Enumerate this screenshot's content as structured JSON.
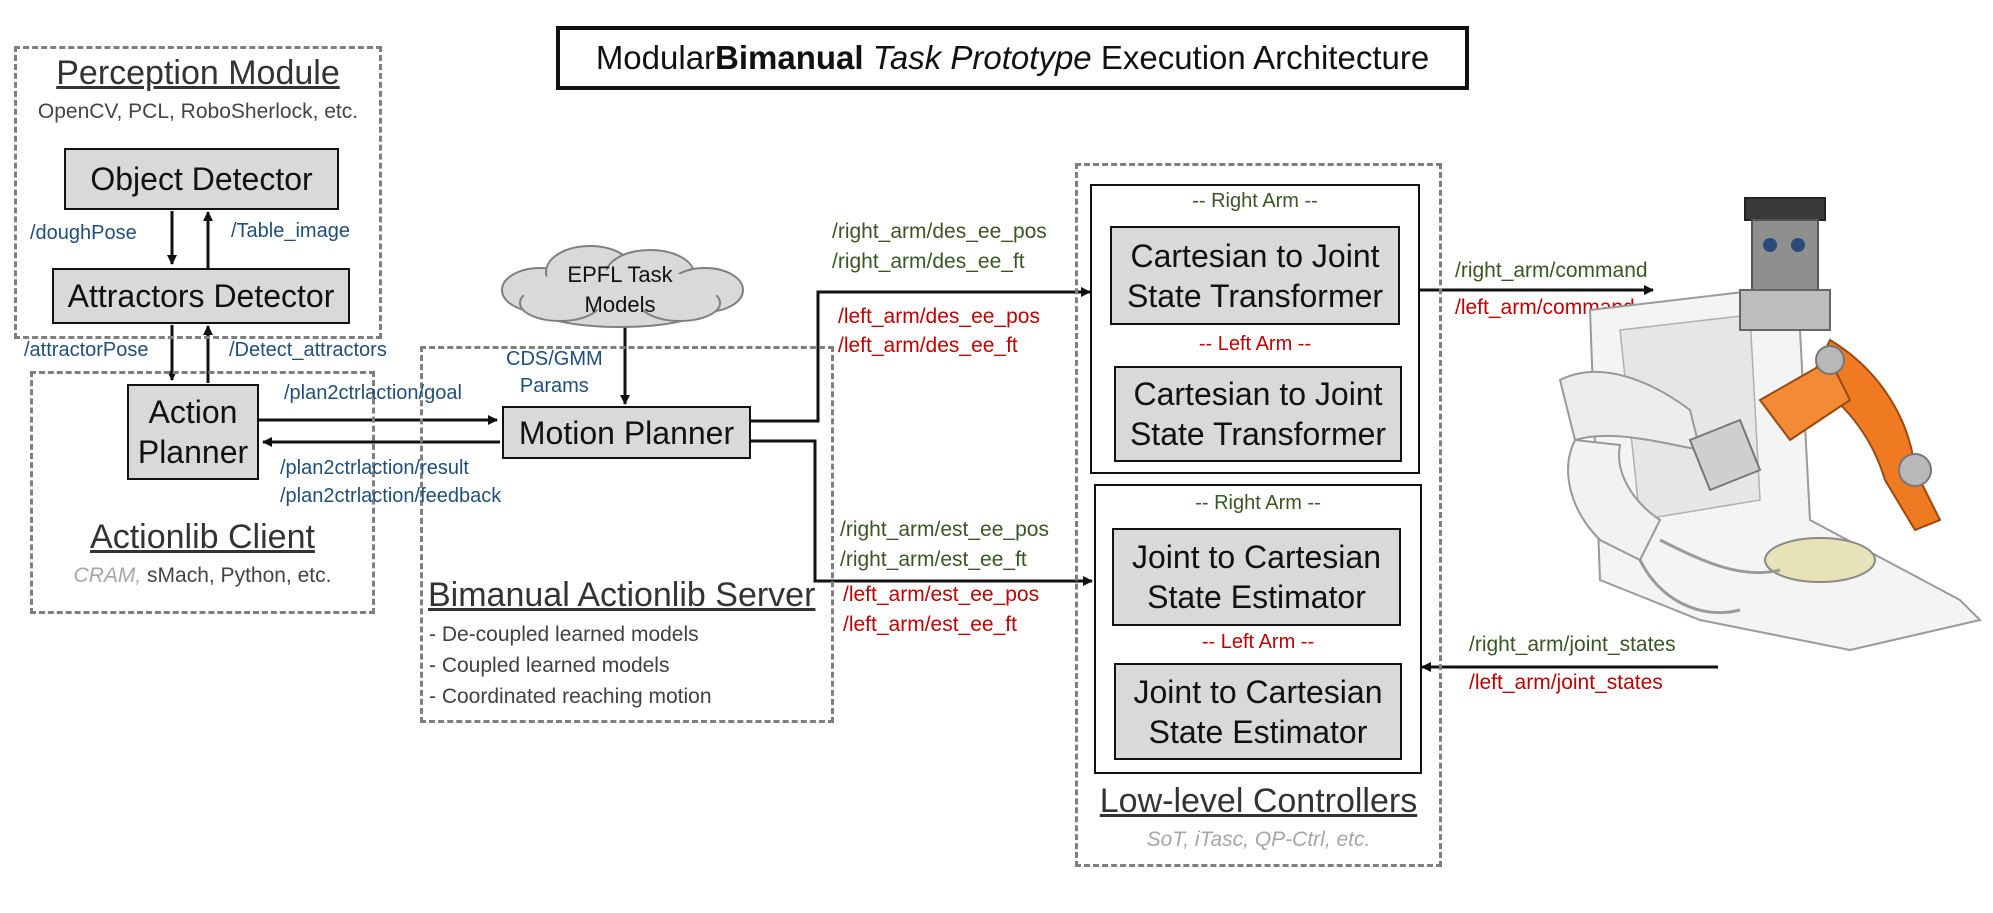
{
  "title": {
    "part1": "Modular ",
    "part2": "Bimanual",
    "part3": " ",
    "part4": "Task Prototype",
    "part5": " Execution Architecture"
  },
  "perception": {
    "title": "Perception Module",
    "subtitle": "OpenCV, PCL, RoboSherlock, etc.",
    "object_detector": "Object Detector",
    "attractors_detector": "Attractors Detector",
    "dough_pose": "/doughPose",
    "table_image": "/Table_image"
  },
  "client": {
    "attractor_pose": "/attractorPose",
    "detect_attractors": "/Detect_attractors",
    "action_planner_l1": "Action",
    "action_planner_l2": "Planner",
    "title": "Actionlib Client",
    "subtitle_gray": "CRAM,",
    "subtitle_rest": " sMach, Python, etc."
  },
  "server": {
    "cloud_l1": "EPFL Task",
    "cloud_l2": "Models",
    "params_l1": "CDS/GMM",
    "params_l2": "Params",
    "goal": "/plan2ctrlaction/goal",
    "result": "/plan2ctrlaction/result",
    "feedback": "/plan2ctrlaction/feedback",
    "motion_planner": "Motion Planner",
    "title": "Bimanual Actionlib Server",
    "bullets": [
      "- De-coupled learned models",
      "- Coupled learned models",
      "- Coordinated reaching motion"
    ]
  },
  "topics": {
    "right_des_pos": "/right_arm/des_ee_pos",
    "right_des_ft": "/right_arm/des_ee_ft",
    "left_des_pos": "/left_arm/des_ee_pos",
    "left_des_ft": "/left_arm/des_ee_ft",
    "right_est_pos": "/right_arm/est_ee_pos",
    "right_est_ft": "/right_arm/est_ee_ft",
    "left_est_pos": "/left_arm/est_ee_pos",
    "left_est_ft": "/left_arm/est_ee_ft",
    "right_command": "/right_arm/command",
    "left_command": "/left_arm/command",
    "right_joint_states": "/right_arm/joint_states",
    "left_joint_states": "/left_arm/joint_states"
  },
  "controllers": {
    "right_arm": "-- Right Arm --",
    "left_arm": "-- Left Arm --",
    "transformer_l1": "Cartesian to Joint",
    "transformer_l2": "State Transformer",
    "estimator_l1": "Joint to Cartesian",
    "estimator_l2": "State Estimator",
    "title": "Low-level Controllers",
    "subtitle": "SoT, iTasc, QP-Ctrl, etc."
  },
  "colors": {
    "green": "#385723",
    "red": "#c00000",
    "blue": "#1f4e79",
    "box_fill": "#d9d9d9",
    "dashed": "#7f7f7f"
  }
}
